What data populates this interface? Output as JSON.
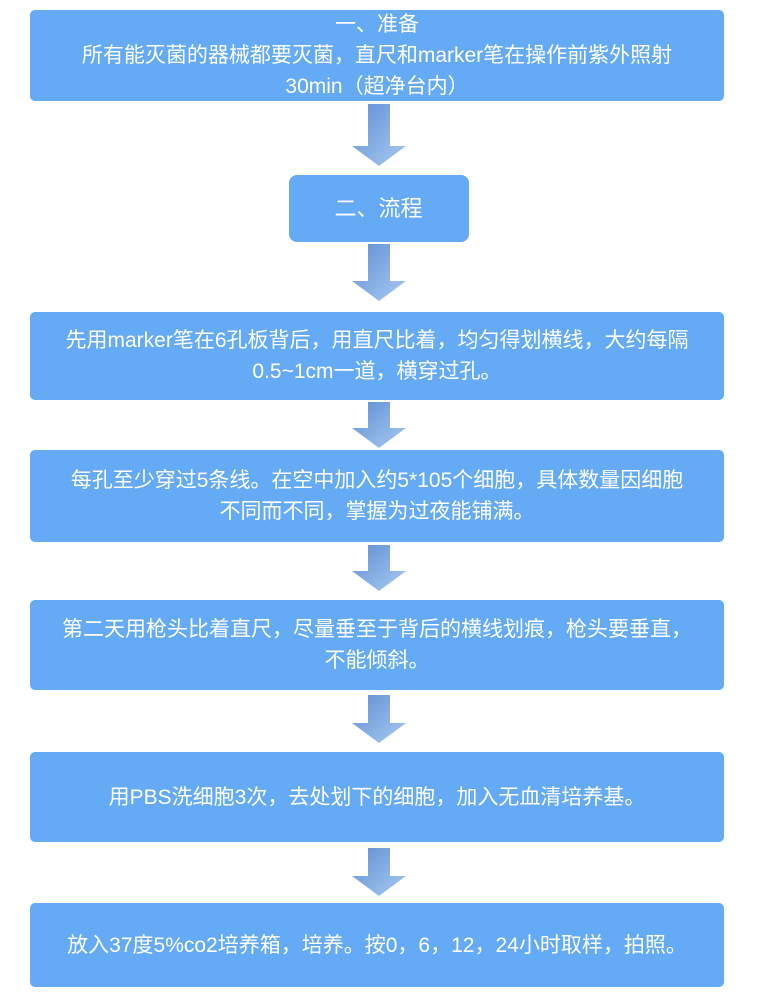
{
  "page": {
    "background": "#ffffff"
  },
  "colors": {
    "box_fill": "#64aaf4",
    "box_text": "#ffffff",
    "arrow_gradient_start": "#5d8dd3",
    "arrow_gradient_end": "#aacbf1"
  },
  "flowchart": {
    "steps": [
      {
        "key": "prepare",
        "lines": [
          "一、准备",
          "所有能灭菌的器械都要灭菌，直尺和marker笔在操作前紫外照射",
          "30min（超净台内）"
        ]
      },
      {
        "key": "process-title",
        "lines": [
          "二、流程"
        ]
      },
      {
        "key": "draw-lines",
        "lines": [
          "先用marker笔在6孔板背后，用直尺比着，均匀得划横线，大约每隔",
          "0.5~1cm一道，横穿过孔。"
        ]
      },
      {
        "key": "seed-cells",
        "lines": [
          "每孔至少穿过5条线。在空中加入约5*105个细胞，具体数量因细胞",
          "不同而不同，掌握为过夜能铺满。"
        ]
      },
      {
        "key": "scratch",
        "lines": [
          "第二天用枪头比着直尺，尽量垂至于背后的横线划痕，枪头要垂直，",
          "不能倾斜。"
        ]
      },
      {
        "key": "wash",
        "lines": [
          "用PBS洗细胞3次，去处划下的细胞，加入无血清培养基。"
        ]
      },
      {
        "key": "incubate",
        "lines": [
          "放入37度5%co2培养箱，培养。按0，6，12，24小时取样，拍照。"
        ]
      }
    ]
  }
}
